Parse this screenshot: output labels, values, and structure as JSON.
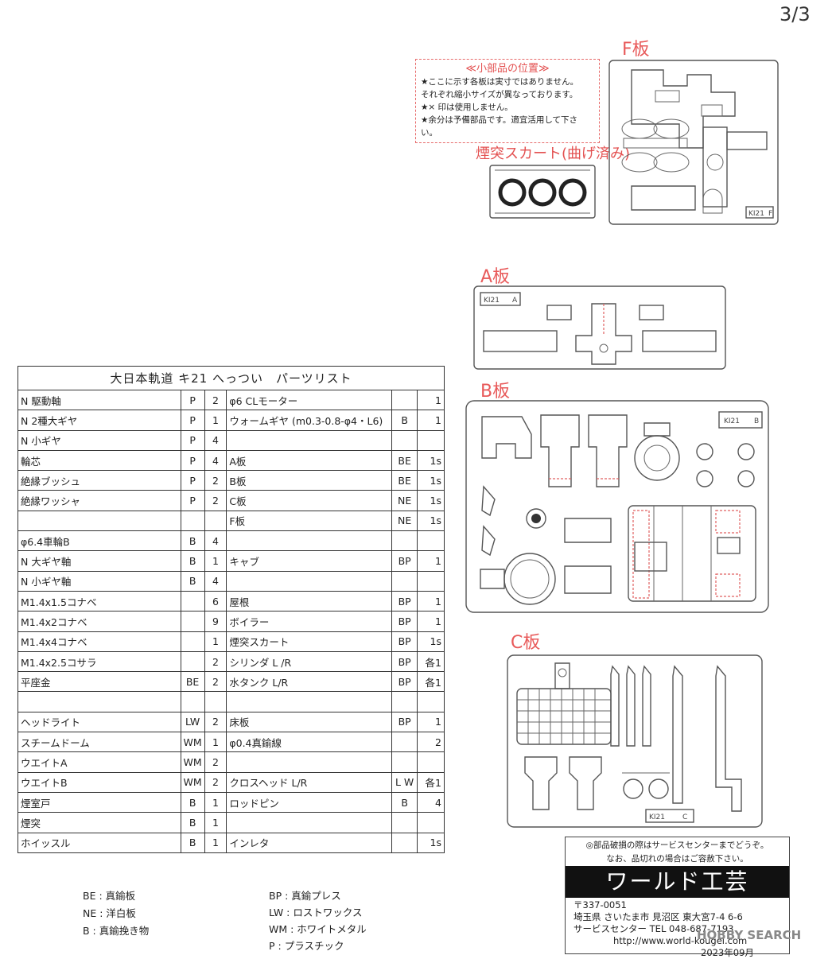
{
  "page_number": "3/3",
  "notice": {
    "title": "≪小部品の位置≫",
    "lines": [
      "★ここに示す各板は実寸ではありません。",
      "それぞれ縮小サイズが異なっております。",
      "★× 印は使用しません。",
      "★余分は予備部品です。適宜活用して下さい。"
    ]
  },
  "plates": {
    "skirt_label": "煙突スカート(曲げ済み)",
    "f": "F板",
    "a": "A板",
    "b": "B板",
    "c": "C板",
    "etched_mark": "KI21",
    "etched_tags": [
      "F",
      "A",
      "B",
      "C"
    ]
  },
  "table": {
    "title": "大日本軌道 キ21 へっつい　パーツリスト",
    "rows": [
      [
        "N 駆動軸",
        "P",
        "2",
        "φ6 CLモーター",
        "",
        "1"
      ],
      [
        "N 2種大ギヤ",
        "P",
        "1",
        "ウォームギヤ (m0.3-0.8-φ4・L6)",
        "B",
        "1"
      ],
      [
        "N 小ギヤ",
        "P",
        "4",
        "",
        "",
        ""
      ],
      [
        "輪芯",
        "P",
        "4",
        "A板",
        "BE",
        "1s"
      ],
      [
        "絶縁ブッシュ",
        "P",
        "2",
        "B板",
        "BE",
        "1s"
      ],
      [
        "絶縁ワッシャ",
        "P",
        "2",
        "C板",
        "NE",
        "1s"
      ],
      [
        "",
        "",
        "",
        "F板",
        "NE",
        "1s"
      ],
      [
        "φ6.4車輪B",
        "B",
        "4",
        "",
        "",
        ""
      ],
      [
        "N 大ギヤ軸",
        "B",
        "1",
        "キャブ",
        "BP",
        "1"
      ],
      [
        "N 小ギヤ軸",
        "B",
        "4",
        "",
        "",
        ""
      ],
      [
        "M1.4x1.5コナベ",
        "",
        "6",
        "屋根",
        "BP",
        "1"
      ],
      [
        "M1.4x2コナベ",
        "",
        "9",
        "ボイラー",
        "BP",
        "1"
      ],
      [
        "M1.4x4コナベ",
        "",
        "1",
        "煙突スカート",
        "BP",
        "1s"
      ],
      [
        "M1.4x2.5コサラ",
        "",
        "2",
        "シリンダ L /R",
        "BP",
        "各1"
      ],
      [
        "平座金",
        "BE",
        "2",
        "水タンク L/R",
        "BP",
        "各1"
      ],
      [
        "",
        "",
        "",
        "",
        "",
        ""
      ],
      [
        "ヘッドライト",
        "LW",
        "2",
        "床板",
        "BP",
        "1"
      ],
      [
        "スチームドーム",
        "WM",
        "1",
        "φ0.4真鍮線",
        "",
        "2"
      ],
      [
        "ウエイトA",
        "WM",
        "2",
        "",
        "",
        ""
      ],
      [
        "ウエイトB",
        "WM",
        "2",
        "クロスヘッド L/R",
        "L W",
        "各1"
      ],
      [
        "煙室戸",
        "B",
        "1",
        "ロッドピン",
        "B",
        "4"
      ],
      [
        "煙突",
        "B",
        "1",
        "",
        "",
        ""
      ],
      [
        "ホイッスル",
        "B",
        "1",
        "インレタ",
        "",
        "1s"
      ]
    ]
  },
  "legend": {
    "left": [
      "BE : 真鍮板",
      "NE : 洋白板",
      "B : 真鍮挽き物"
    ],
    "right": [
      "BP : 真鍮プレス",
      "LW : ロストワックス",
      "WM : ホワイトメタル",
      "P : プラスチック"
    ]
  },
  "company": {
    "notice1": "◎部品破損の際はサービスセンターまでどうぞ。",
    "notice2": "なお、品切れの場合はご容赦下さい。",
    "name": "ワールド工芸",
    "postal": "〒337-0051",
    "address": "埼玉県 さいたま市 見沼区 東大宮7-4 6-6",
    "service": "サービスセンター TEL 048-687-7193",
    "url": "http://www.world-kougei.com",
    "date": "2023年09月"
  },
  "watermark": "HOBBY SEARCH"
}
